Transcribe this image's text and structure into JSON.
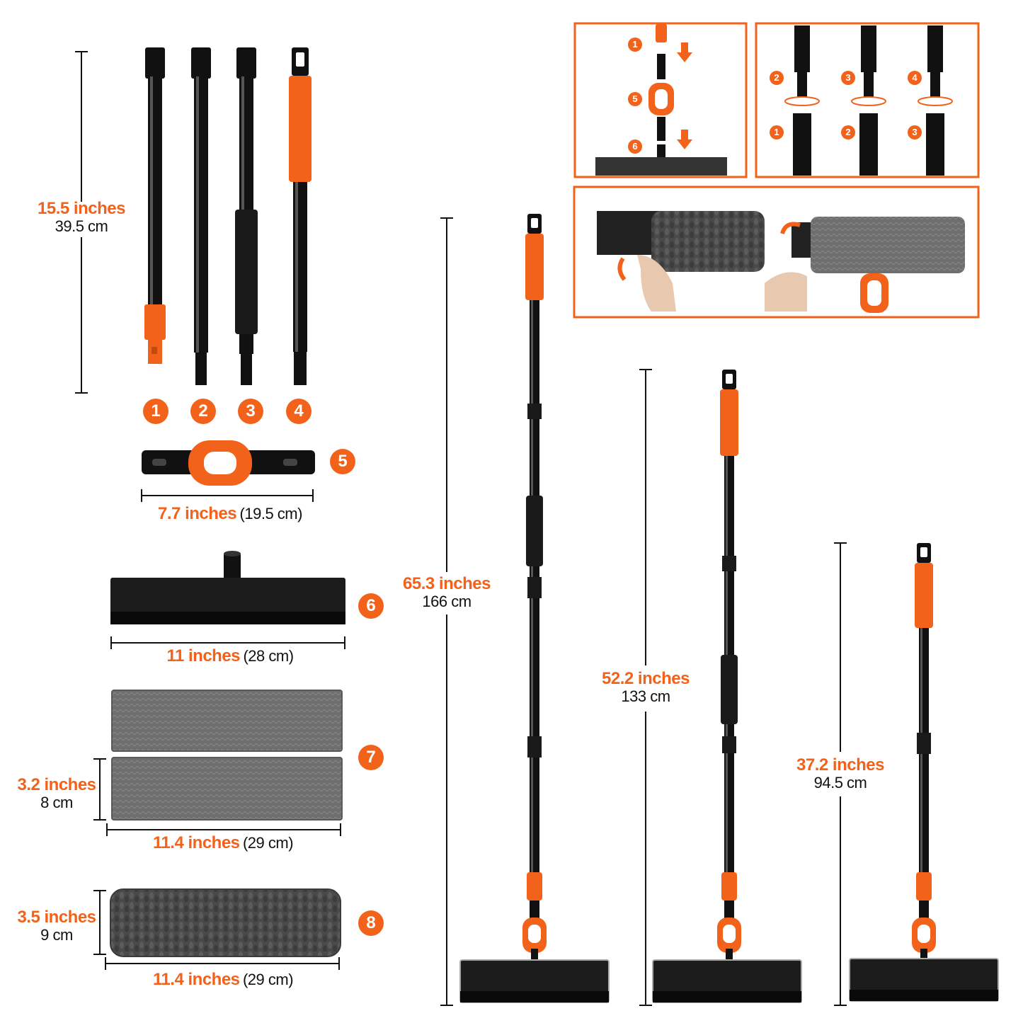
{
  "parts": {
    "pole_badges": [
      "1",
      "2",
      "3",
      "4"
    ],
    "connector_badge": "5",
    "head_badge": "6",
    "flat_pad_badge": "7",
    "chenille_pad_badge": "8"
  },
  "dimensions": {
    "pole_section": {
      "inches": "15.5 inches",
      "cm": "39.5 cm"
    },
    "connector": {
      "inches": "7.7 inches",
      "cm": "(19.5 cm)"
    },
    "head": {
      "inches": "11 inches",
      "cm": "(28 cm)"
    },
    "flat_pad_height": {
      "inches": "3.2 inches",
      "cm": "8 cm"
    },
    "flat_pad_width": {
      "inches": "11.4 inches",
      "cm": "(29 cm)"
    },
    "chenille_pad_height": {
      "inches": "3.5 inches",
      "cm": "9 cm"
    },
    "chenille_pad_width": {
      "inches": "11.4 inches",
      "cm": "(29 cm)"
    },
    "mop_long": {
      "inches": "65.3 inches",
      "cm": "166 cm"
    },
    "mop_medium": {
      "inches": "52.2 inches",
      "cm": "133 cm"
    },
    "mop_short": {
      "inches": "37.2 inches",
      "cm": "94.5 cm"
    }
  },
  "assembly": {
    "step1_badges": [
      "1",
      "5",
      "6"
    ],
    "step2_top_badges": [
      "2",
      "3",
      "4"
    ],
    "step2_bottom_badges": [
      "1",
      "2",
      "3"
    ]
  },
  "colors": {
    "accent": "#f2621b",
    "pole": "#111111",
    "pad": "#6b6b6b"
  }
}
